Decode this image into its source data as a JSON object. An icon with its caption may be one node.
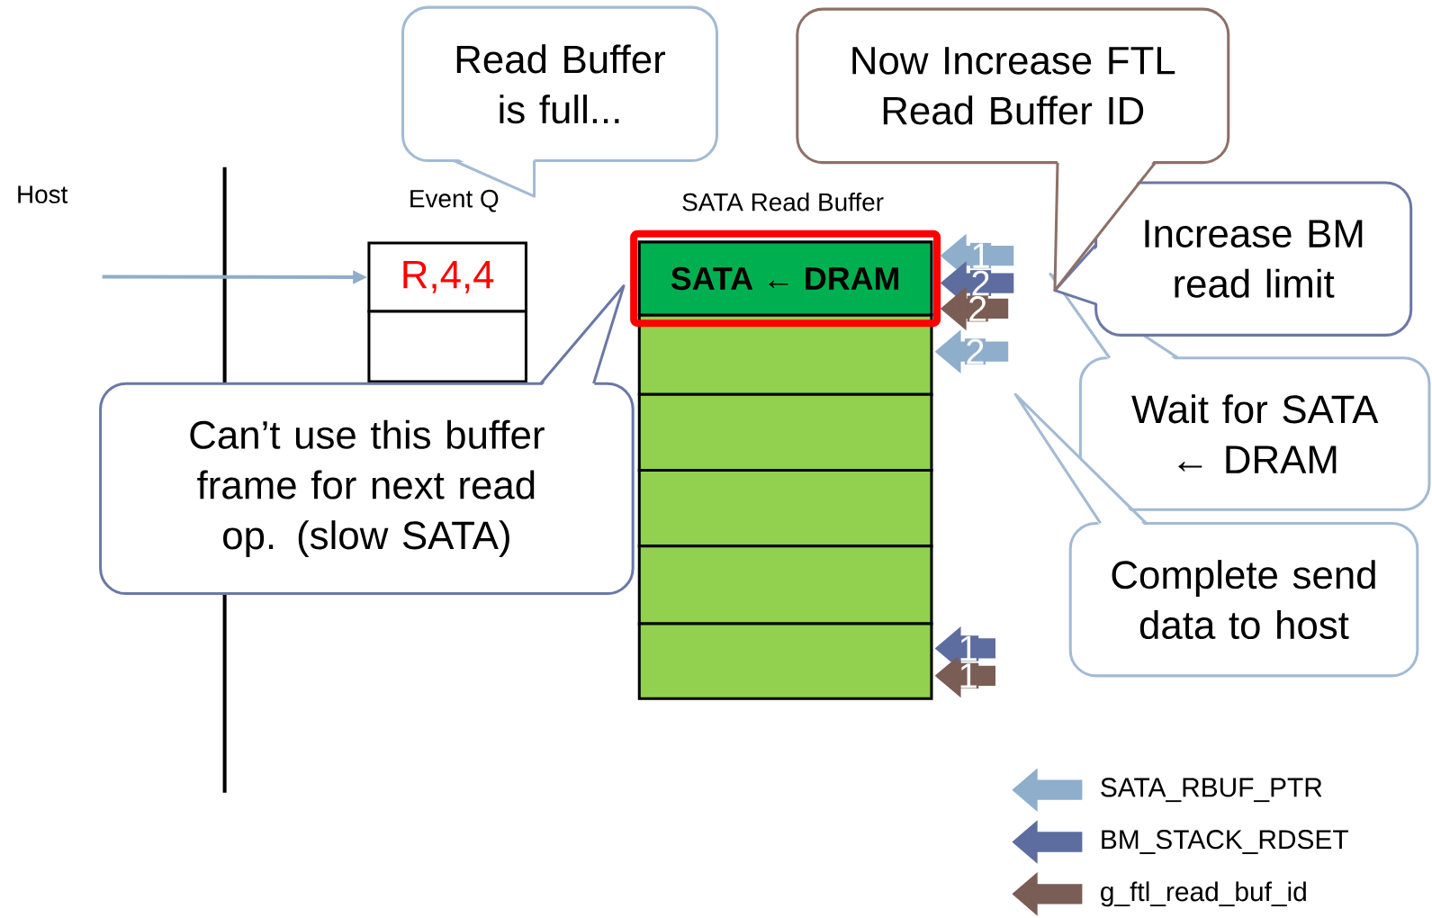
{
  "diagram": {
    "nodes": [
      {
        "text": [
          "Read Buffer is full..."
        ]
      },
      {
        "text": [
          "Now Increase FTL Read Buffer ID"
        ]
      },
      {
        "text": [
          "Increase BM read limit"
        ]
      },
      {
        "text": [
          "R,4,4"
        ]
      },
      {
        "text": [],
        "shape": "box"
      },
      {
        "text": [
          "SATA ← DRAM"
        ]
      },
      {
        "text": [],
        "shape": "box"
      },
      {
        "text": [],
        "shape": "box"
      },
      {
        "text": [],
        "shape": "box"
      },
      {
        "text": [],
        "shape": "box"
      },
      {
        "text": [],
        "shape": "box"
      },
      {
        "text": [
          "Wait for SATA ← DRAM"
        ]
      },
      {
        "text": [
          "Can’t use this buffer frame for next read op. (slow SATA)"
        ]
      },
      {
        "text": [
          "Complete send data to host"
        ]
      }
    ],
    "edges": [
      {
        "from": null,
        "to": 3,
        "arrow": "to"
      },
      {
        "from": null,
        "to": 5,
        "arrow": "to",
        "label": "1"
      },
      {
        "from": null,
        "to": 5,
        "arrow": "to",
        "label": "2",
        "color": "#5e6d9f"
      },
      {
        "from": null,
        "to": 5,
        "arrow": "to",
        "label": "2",
        "color": "#7a5d55"
      },
      {
        "from": null,
        "to": 6,
        "arrow": "to",
        "label": "2"
      },
      {
        "from": null,
        "to": 10,
        "arrow": "to",
        "label": "1",
        "color": "#5e6d9f"
      },
      {
        "from": null,
        "to": 10,
        "arrow": "to",
        "label": "1",
        "color": "#7a5d55"
      }
    ],
    "labels": [
      "Host",
      "Event Q",
      "SATA Read Buffer"
    ],
    "legend": [
      {
        "text": "SATA_RBUF_PTR",
        "color": "#8eaecb"
      },
      {
        "text": "BM_STACK_RDSET",
        "color": "#5e6d9f"
      },
      {
        "text": "g_ftl_read_buf_id",
        "color": "#7a5d55"
      }
    ]
  }
}
